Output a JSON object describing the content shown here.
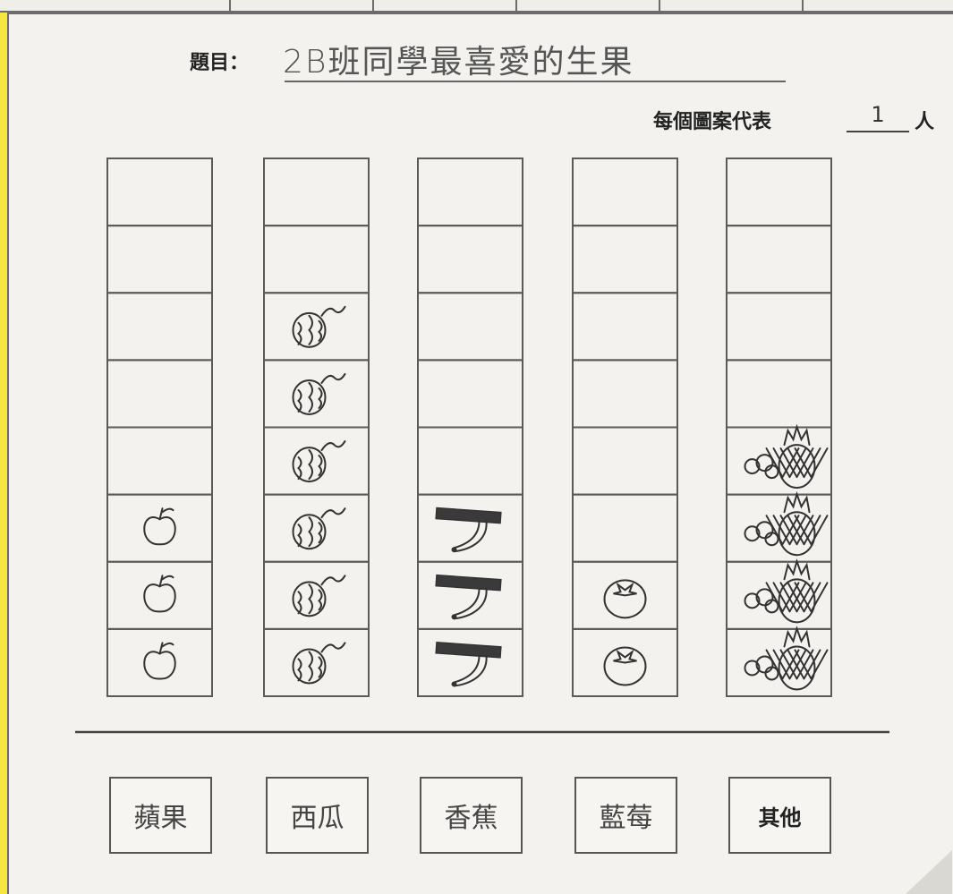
{
  "worksheet": {
    "title_label": "題目：",
    "title_handwritten": "2B班同學最喜愛的生果",
    "legend_label": "每個圖案代表",
    "legend_value": "1",
    "legend_unit": "人"
  },
  "chart_data": {
    "type": "pictogram",
    "categories": [
      "蘋果",
      "西瓜",
      "香蕉",
      "藍莓",
      "其他"
    ],
    "values": [
      3,
      6,
      3,
      2,
      4
    ],
    "ylim": [
      0,
      8
    ],
    "icons": [
      "apple-icon",
      "watermelon-icon",
      "banana-icon",
      "tomato-icon",
      "mixed-fruit-icon"
    ],
    "colors": {
      "ink": "#333333",
      "grid": "#5a5a5a",
      "paper": "#f3f2ee",
      "highlight": "#f5e642"
    }
  }
}
